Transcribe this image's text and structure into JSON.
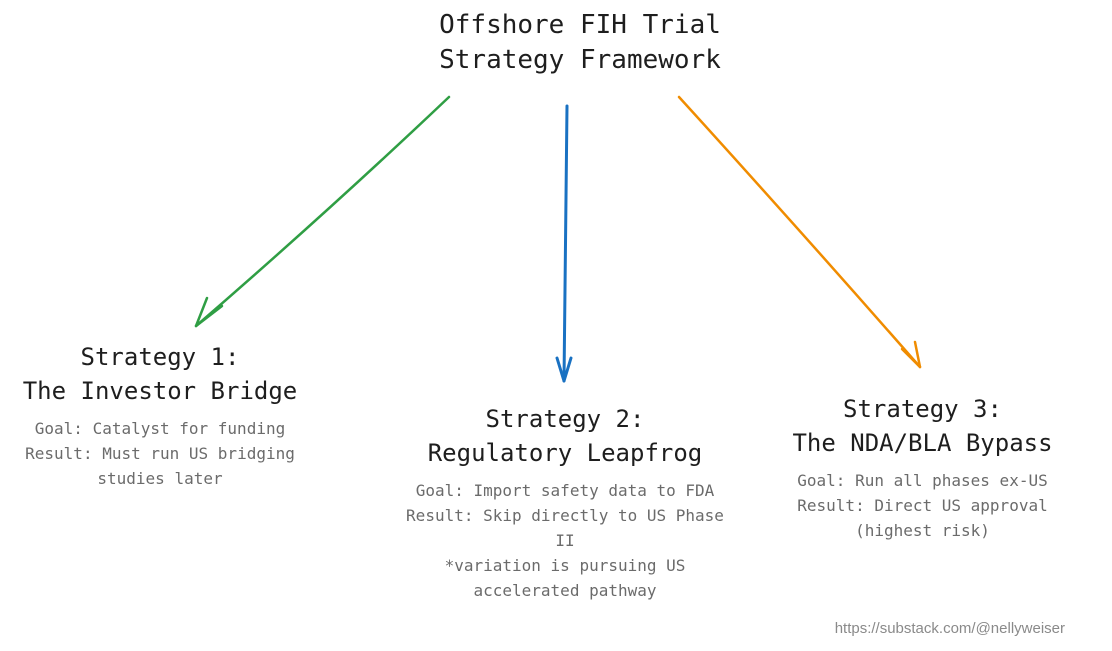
{
  "title": {
    "line1": "Offshore FIH Trial",
    "line2": "Strategy Framework"
  },
  "strategies": [
    {
      "heading1": "Strategy 1:",
      "heading2": "The Investor Bridge",
      "lines": [
        "Goal: Catalyst for funding",
        "Result: Must run US bridging",
        "studies later"
      ],
      "arrow_color": "#2f9e44"
    },
    {
      "heading1": "Strategy 2:",
      "heading2": "Regulatory Leapfrog",
      "lines": [
        "Goal: Import safety data to FDA",
        "Result: Skip directly to US Phase",
        "II",
        "*variation is pursuing US",
        "accelerated pathway"
      ],
      "arrow_color": "#1971c2"
    },
    {
      "heading1": "Strategy 3:",
      "heading2": "The NDA/BLA Bypass",
      "lines": [
        "Goal: Run all phases ex-US",
        "Result: Direct US approval",
        "(highest risk)"
      ],
      "arrow_color": "#f08c00"
    }
  ],
  "footer": "https://substack.com/@nellyweiser"
}
